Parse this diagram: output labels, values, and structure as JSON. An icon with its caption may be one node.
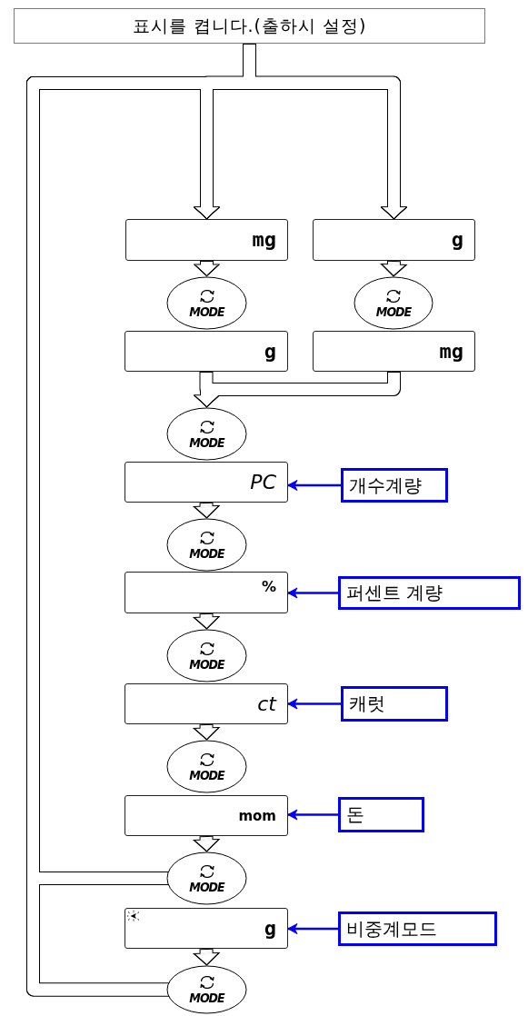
{
  "diagram": {
    "nodes": [
      {
        "text": [
          "표시를 켭니다.(출하시 설정)"
        ]
      },
      {
        "text": [
          "mg"
        ]
      },
      {
        "text": [
          "g"
        ]
      },
      {
        "text": [
          "MODE"
        ]
      },
      {
        "text": [
          "MODE"
        ]
      },
      {
        "text": [
          "g"
        ]
      },
      {
        "text": [
          "mg"
        ]
      },
      {
        "text": [
          "MODE"
        ]
      },
      {
        "text": [
          "PC"
        ]
      },
      {
        "text": [
          "개수계량"
        ]
      },
      {
        "text": [
          "MODE"
        ]
      },
      {
        "text": [
          "%"
        ]
      },
      {
        "text": [
          "퍼센트 계량"
        ]
      },
      {
        "text": [
          "MODE"
        ]
      },
      {
        "text": [
          "ct"
        ]
      },
      {
        "text": [
          "캐럿"
        ]
      },
      {
        "text": [
          "MODE"
        ]
      },
      {
        "text": [
          "mom"
        ]
      },
      {
        "text": [
          "돈"
        ]
      },
      {
        "text": [
          "MODE"
        ]
      },
      {
        "text": [
          "g"
        ]
      },
      {
        "text": [
          "비중계모드"
        ]
      },
      {
        "text": [
          "MODE"
        ]
      }
    ],
    "edges": [
      {
        "from": 0,
        "to": 1,
        "arrow": "to"
      },
      {
        "from": 0,
        "to": 2,
        "arrow": "to"
      },
      {
        "from": 19,
        "to": 1,
        "arrow": "to"
      },
      {
        "from": 19,
        "to": 2,
        "arrow": "to"
      },
      {
        "from": 22,
        "to": 1,
        "arrow": "to"
      },
      {
        "from": 22,
        "to": 2,
        "arrow": "to"
      },
      {
        "from": 1,
        "to": 3,
        "arrow": "to"
      },
      {
        "from": 2,
        "to": 4,
        "arrow": "to"
      },
      {
        "from": 5,
        "to": 7,
        "arrow": "to"
      },
      {
        "from": 6,
        "to": 7,
        "arrow": "to"
      },
      {
        "from": 8,
        "to": 10,
        "arrow": "to"
      },
      {
        "from": 11,
        "to": 13,
        "arrow": "to"
      },
      {
        "from": 14,
        "to": 16,
        "arrow": "to"
      },
      {
        "from": 17,
        "to": 19,
        "arrow": "to"
      },
      {
        "from": 20,
        "to": 22,
        "arrow": "to"
      },
      {
        "from": 9,
        "to": 8,
        "arrow": "to",
        "color": "#0000ff"
      },
      {
        "from": 12,
        "to": 11,
        "arrow": "to",
        "color": "#0000ff"
      },
      {
        "from": 15,
        "to": 14,
        "arrow": "to",
        "color": "#0000ff"
      },
      {
        "from": 18,
        "to": 17,
        "arrow": "to",
        "color": "#0000ff"
      },
      {
        "from": 21,
        "to": 20,
        "arrow": "to",
        "color": "#0000ff"
      }
    ]
  }
}
